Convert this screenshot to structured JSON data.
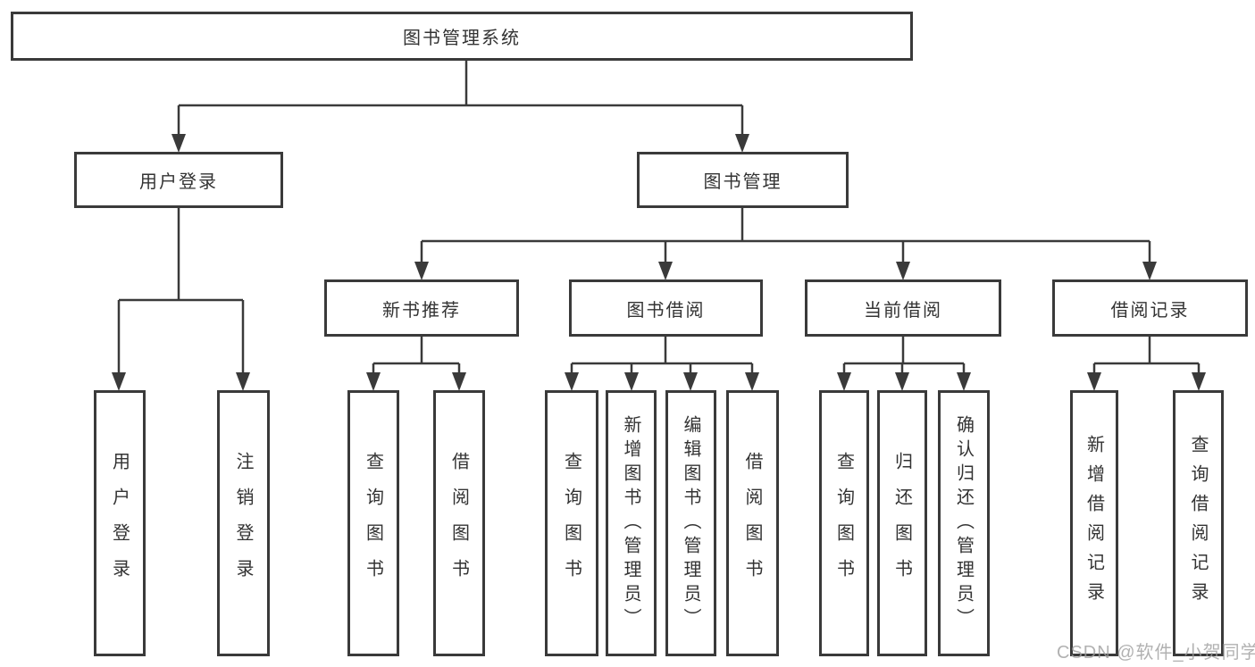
{
  "nodes": {
    "root": "图书管理系统",
    "user_login": "用户登录",
    "book_mgmt": "图书管理",
    "login_leaves": [
      "用户登录",
      "注销登录"
    ],
    "sections": [
      "新书推荐",
      "图书借阅",
      "当前借阅",
      "借阅记录"
    ],
    "new_book_leaves": [
      "查询图书",
      "借阅图书"
    ],
    "borrow_leaves": [
      "查询图书",
      "新增图书（管理员）",
      "编辑图书（管理员）",
      "借阅图书"
    ],
    "current_leaves": [
      "查询图书",
      "归还图书",
      "确认归还（管理员）"
    ],
    "record_leaves": [
      "新增借阅记录",
      "查询借阅记录"
    ]
  },
  "watermark": "CSDN @软件_小贺同学",
  "colors": {
    "line": "#3a3a3a",
    "box_border": "#3a3a3a",
    "text": "#333333",
    "background": "#ffffff",
    "watermark": "#9e9e9e"
  }
}
